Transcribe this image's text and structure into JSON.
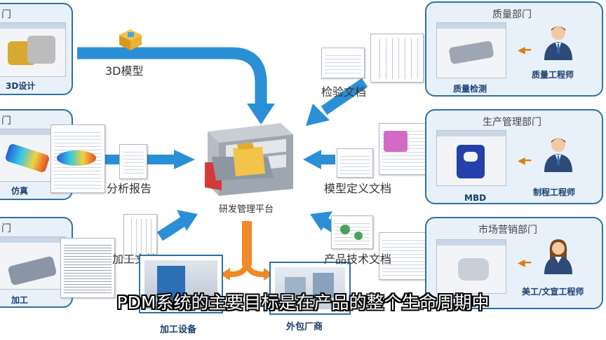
{
  "left_panels": [
    {
      "title": "门",
      "label": "3D设计"
    },
    {
      "title": "门",
      "label": "仿真"
    },
    {
      "title": "门",
      "label": "加工"
    }
  ],
  "right_panels": [
    {
      "title": "质量部门",
      "label": "质量检测",
      "role": "质量工程师"
    },
    {
      "title": "生产管理部门",
      "label": "MBD",
      "role": "制程工程师"
    },
    {
      "title": "市场营销部门",
      "label": "",
      "role": "美工/文宣工程师"
    }
  ],
  "flows": {
    "model_3d": "3D模型",
    "analysis_report": "分析报告",
    "machining_doc": "加工文档",
    "inspection_doc": "检验文档",
    "mbd_doc": "模型定义文档",
    "product_tech_doc": "产品技术文档"
  },
  "center": {
    "label": "研发管理平台"
  },
  "bottom": {
    "machining_equipment": "加工设备",
    "outsourcing": "外包厂商"
  },
  "subtitle": "PDM系统的主要目标是在产品的整个生命周期中",
  "colors": {
    "arrow_blue": "#2b8fd6",
    "panel_border": "#2f6fa8",
    "panel_fill": "#e8f1fa",
    "orange": "#f08a24",
    "person_accent": "#e07b1a"
  }
}
